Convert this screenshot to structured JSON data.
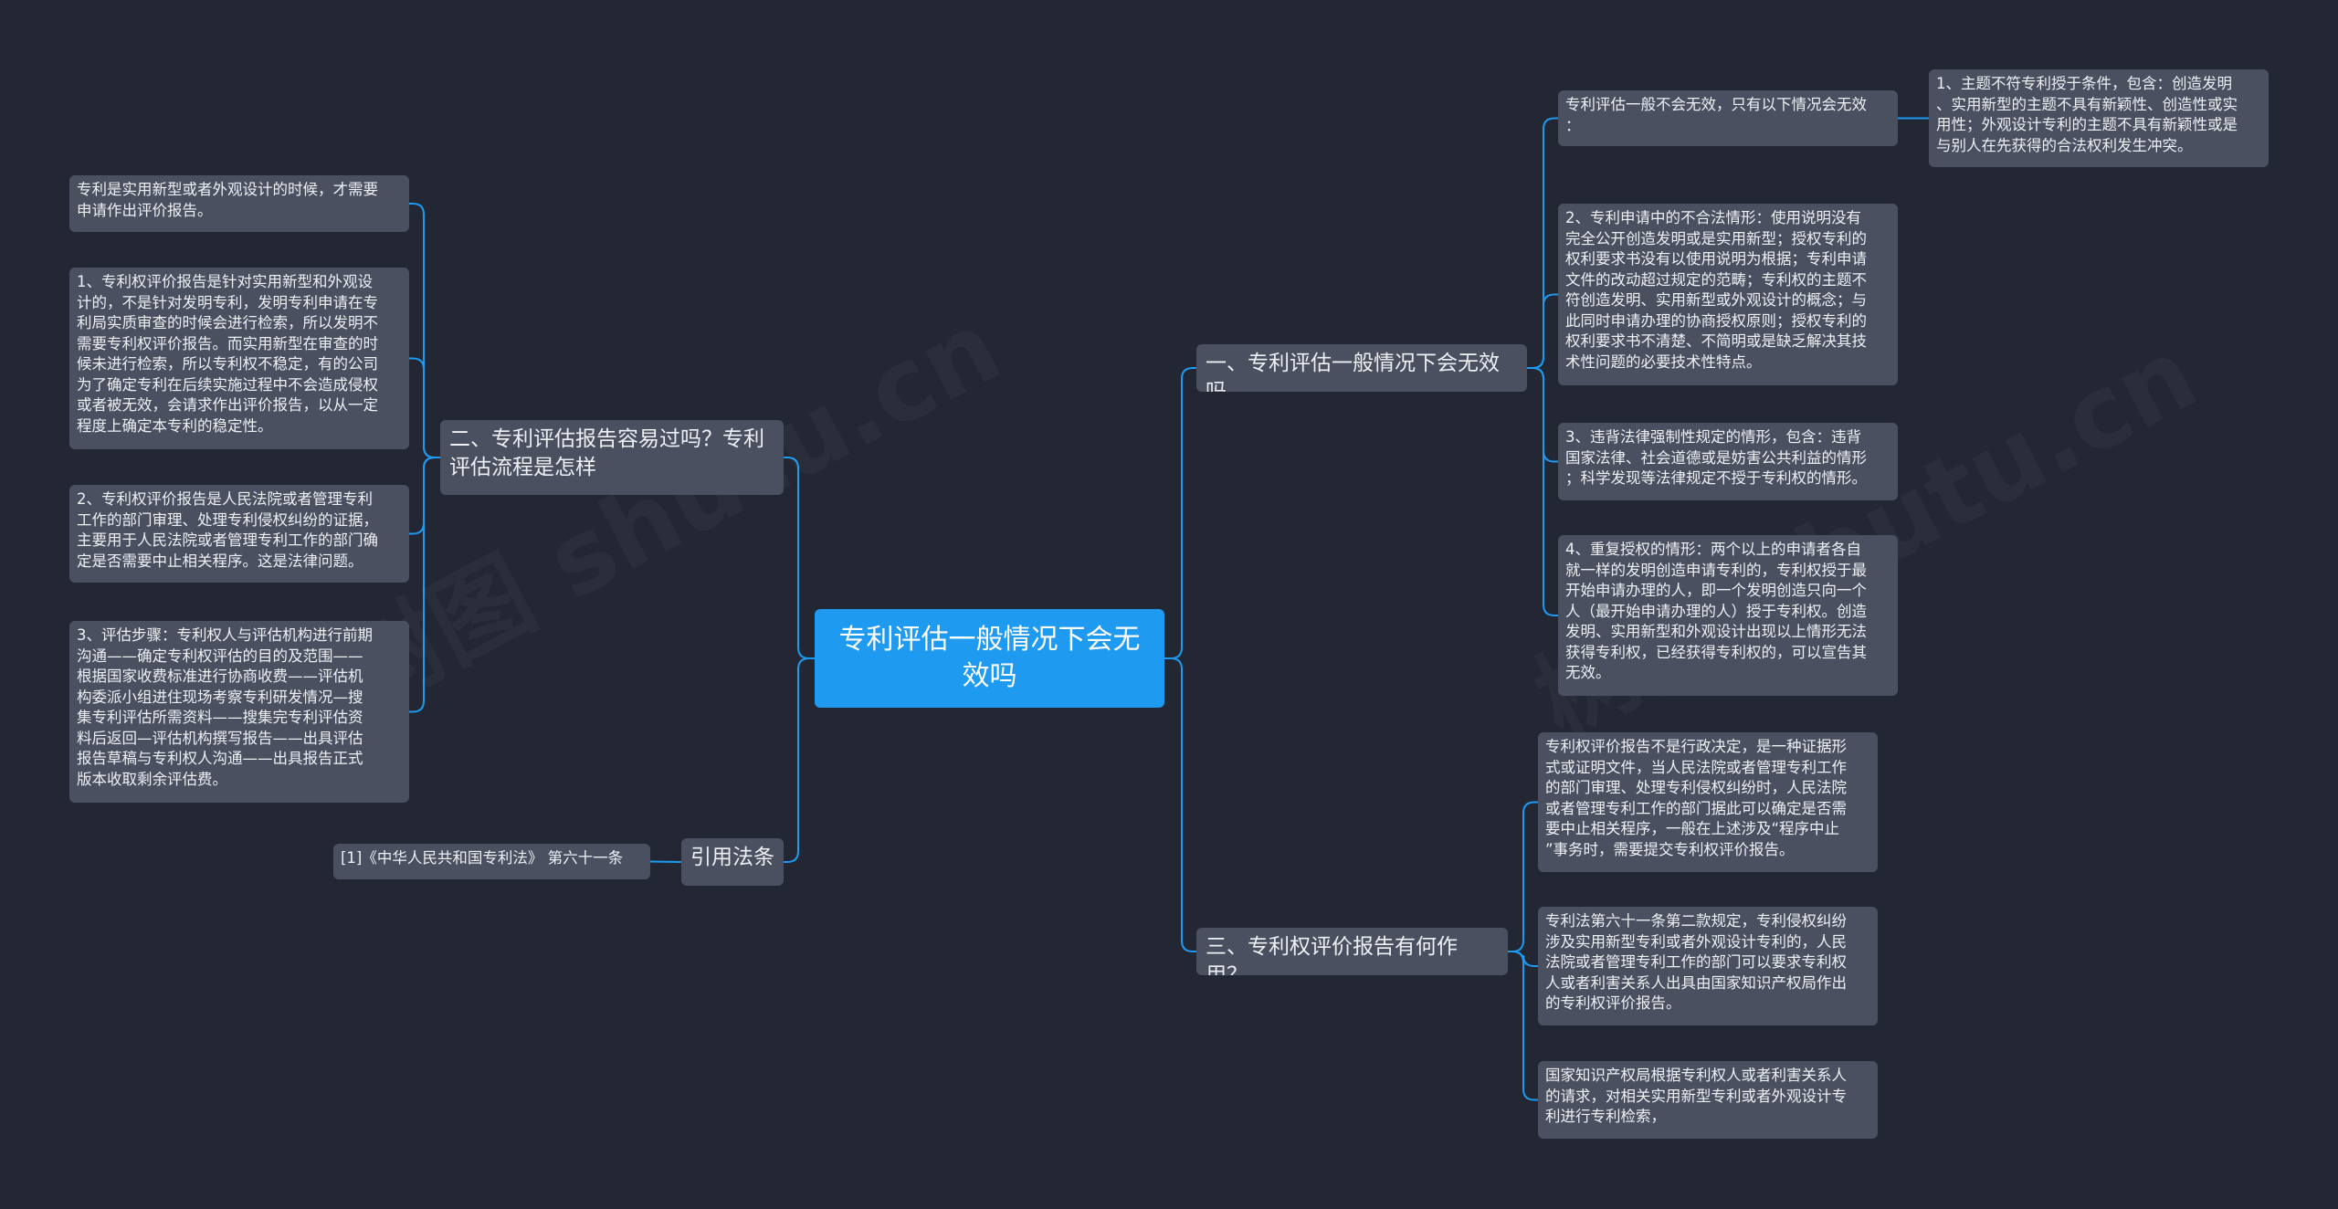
{
  "root": {
    "label": "专利评估一般情况下会无效吗"
  },
  "branches": {
    "b1": {
      "label": "一、专利评估一般情况下会无效吗"
    },
    "b2": {
      "label": "二、专利评估报告容易过吗？专利\n评估流程是怎样"
    },
    "b3": {
      "label": "三、专利权评价报告有何作用？"
    },
    "b4": {
      "label": "引用法条"
    }
  },
  "leaves": {
    "l1": "专利评估一般不会无效，只有以下情况会无效\n：",
    "l1a": "1、主题不符专利授于条件，包含：创造发明\n、实用新型的主题不具有新颖性、创造性或实\n用性；外观设计专利的主题不具有新颖性或是\n与别人在先获得的合法权利发生冲突。",
    "l2": "2、专利申请中的不合法情形：使用说明没有\n完全公开创造发明或是实用新型；授权专利的\n权利要求书没有以使用说明为根据；专利申请\n文件的改动超过规定的范畴；专利权的主题不\n符创造发明、实用新型或外观设计的概念；与\n此同时申请办理的协商授权原则；授权专利的\n权利要求书不清楚、不简明或是缺乏解决其技\n术性问题的必要技术性特点。",
    "l3": "3、违背法律强制性规定的情形，包含：违背\n国家法律、社会道德或是妨害公共利益的情形\n；科学发现等法律规定不授于专利权的情形。",
    "l4": "4、重复授权的情形：两个以上的申请者各自\n就一样的发明创造申请专利的，专利权授于最\n开始申请办理的人，即一个发明创造只向一个\n人（最开始申请办理的人）授于专利权。创造\n发明、实用新型和外观设计出现以上情形无法\n获得专利权，已经获得专利权的，可以宣告其\n无效。",
    "l5": "专利是实用新型或者外观设计的时候，才需要\n申请作出评价报告。",
    "l6": "1、专利权评价报告是针对实用新型和外观设\n计的，不是针对发明专利，发明专利申请在专\n利局实质审查的时候会进行检索，所以发明不\n需要专利权评价报告。而实用新型在审查的时\n候未进行检索，所以专利权不稳定，有的公司\n为了确定专利在后续实施过程中不会造成侵权\n或者被无效，会请求作出评价报告，以从一定\n程度上确定本专利的稳定性。",
    "l7": "2、专利权评价报告是人民法院或者管理专利\n工作的部门审理、处理专利侵权纠纷的证据，\n主要用于人民法院或者管理专利工作的部门确\n定是否需要中止相关程序。这是法律问题。",
    "l8": "3、评估步骤：专利权人与评估机构进行前期\n沟通——确定专利权评估的目的及范围——\n根据国家收费标准进行协商收费——评估机\n构委派小组进住现场考察专利研发情况—搜\n集专利评估所需资料——搜集完专利评估资\n料后返回—评估机构撰写报告——出具评估\n报告草稿与专利权人沟通——出具报告正式\n版本收取剩余评估费。",
    "l9": "专利权评价报告不是行政决定，是一种证据形\n式或证明文件，当人民法院或者管理专利工作\n的部门审理、处理专利侵权纠纷时，人民法院\n或者管理专利工作的部门据此可以确定是否需\n要中止相关程序，一般在上述涉及“程序中止\n”事务时，需要提交专利权评价报告。",
    "l10": "专利法第六十一条第二款规定，专利侵权纠纷\n涉及实用新型专利或者外观设计专利的，人民\n法院或者管理专利工作的部门可以要求专利权\n人或者利害关系人出具由国家知识产权局作出\n的专利权评价报告。",
    "l11": "国家知识产权局根据专利权人或者利害关系人\n的请求，对相关实用新型专利或者外观设计专\n利进行专利检索，",
    "l12": "[1]《中华人民共和国专利法》 第六十一条"
  },
  "watermark": "树图 shutu.cn",
  "colors": {
    "background": "#222733",
    "node": "#4a5060",
    "root": "#1e9af0",
    "link": "#1e9af0"
  }
}
